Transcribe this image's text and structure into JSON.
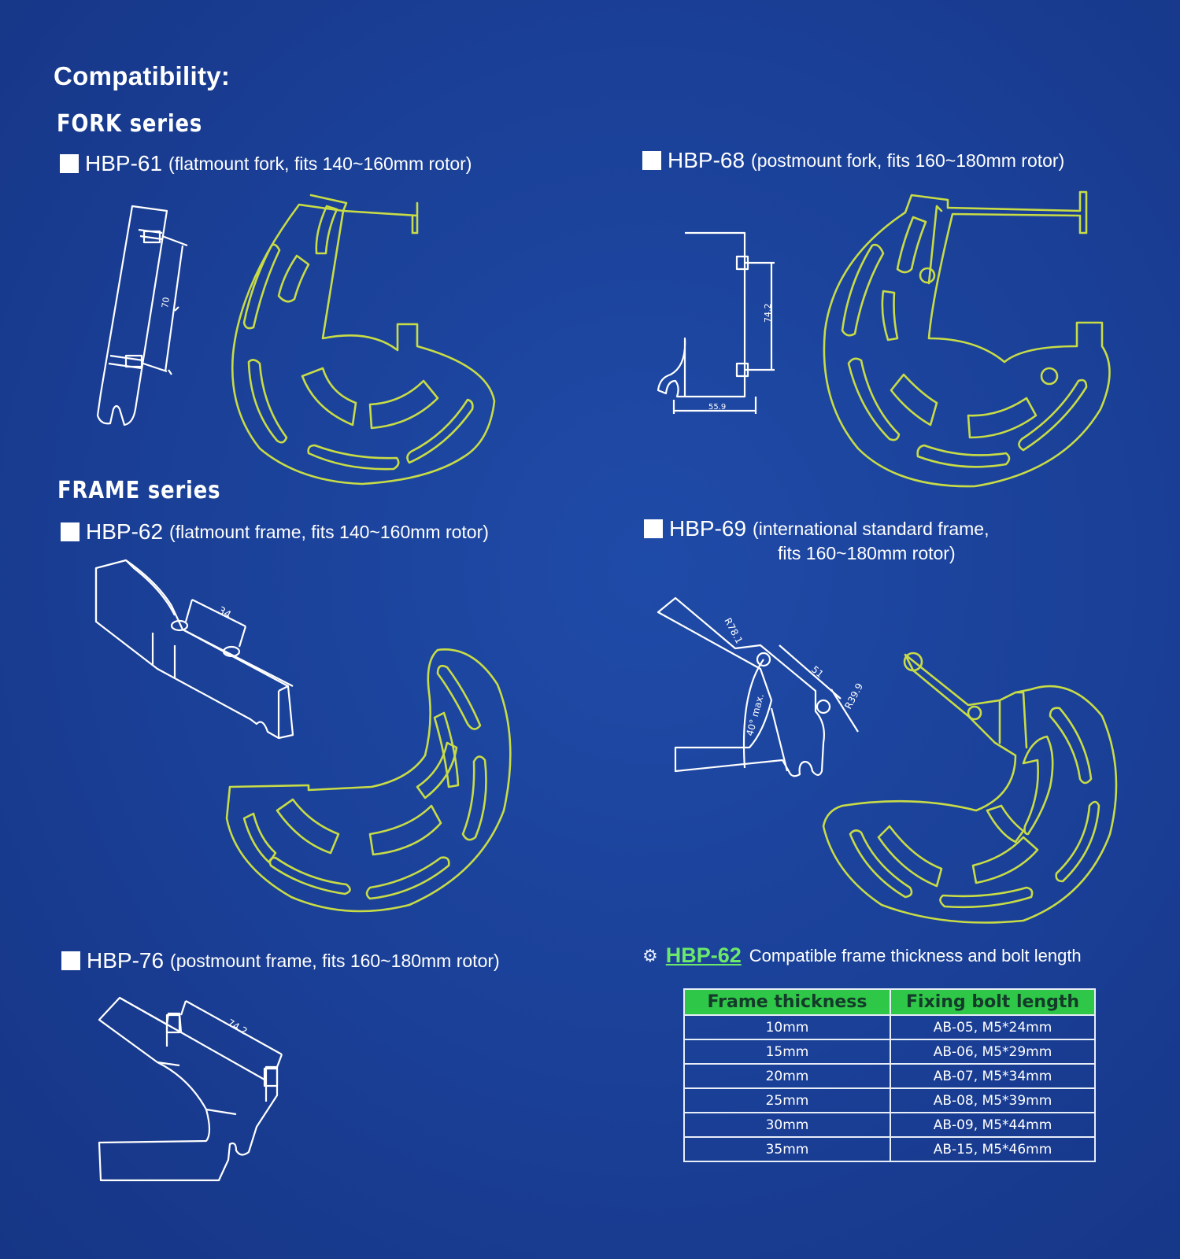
{
  "title": "Compatibility:",
  "fork_series": {
    "title": "FORK series",
    "items": [
      {
        "model": "HBP-61",
        "desc": "(flatmount fork, fits 140~160mm rotor)",
        "dim": "70"
      },
      {
        "model": "HBP-68",
        "desc": "(postmount fork, fits 160~180mm rotor)",
        "dims": [
          "74.2",
          "55.9"
        ]
      }
    ]
  },
  "frame_series": {
    "title": "FRAME series",
    "items": [
      {
        "model": "HBP-62",
        "desc": "(flatmount frame, fits 140~160mm rotor)",
        "dim": "34"
      },
      {
        "model": "HBP-69",
        "desc": "(international standard frame,",
        "desc2": "fits 160~180mm rotor)",
        "dims": [
          "R78.1",
          "51",
          "R39.9",
          "40° max."
        ]
      },
      {
        "model": "HBP-76",
        "desc": "(postmount frame, fits 160~180mm rotor)",
        "dim": "74.2"
      }
    ]
  },
  "note": {
    "icon": "gear-icon",
    "model": "HBP-62",
    "text": "Compatible frame thickness and bolt length"
  },
  "table": {
    "headers": [
      "Frame thickness",
      "Fixing bolt length"
    ],
    "rows": [
      [
        "10mm",
        "AB-05, M5*24mm"
      ],
      [
        "15mm",
        "AB-06, M5*29mm"
      ],
      [
        "20mm",
        "AB-07, M5*34mm"
      ],
      [
        "25mm",
        "AB-08, M5*39mm"
      ],
      [
        "30mm",
        "AB-09, M5*44mm"
      ],
      [
        "35mm",
        "AB-15, M5*46mm"
      ]
    ]
  },
  "colors": {
    "background": "#1a3f96",
    "line_yellow": "#c8dc46",
    "line_white": "#ffffff",
    "table_header": "#2fc748",
    "accent_green": "#6ce86a"
  }
}
